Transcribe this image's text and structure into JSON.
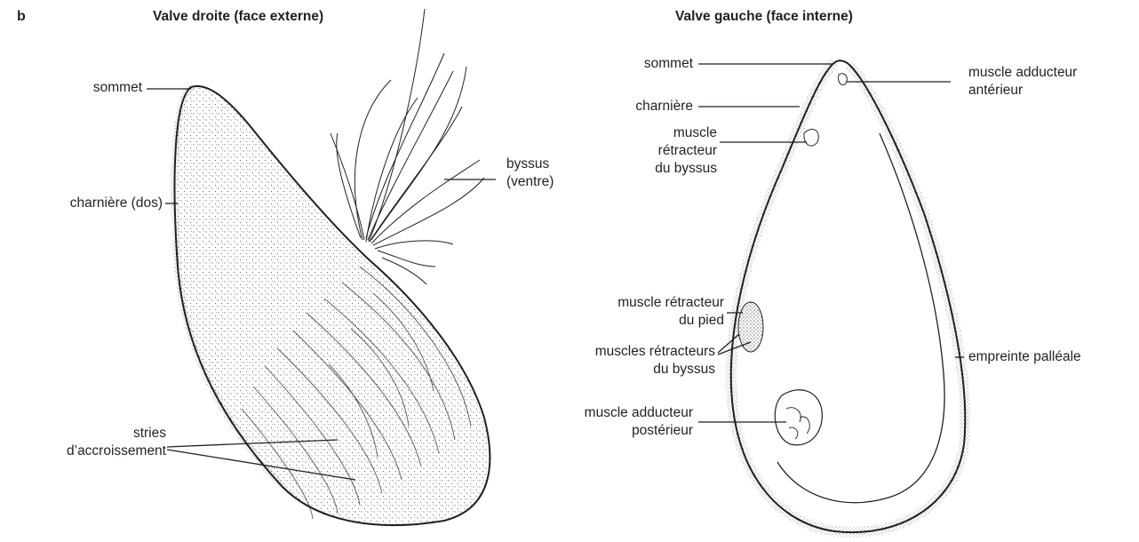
{
  "panel_letter": "b",
  "left": {
    "title": "Valve droite (face externe)",
    "labels": {
      "sommet": "sommet",
      "charniere": "charnière (dos)",
      "byssus_1": "byssus",
      "byssus_2": "(ventre)",
      "stries_1": "stries",
      "stries_2": "d’accroissement"
    }
  },
  "right": {
    "title": "Valve gauche (face interne)",
    "labels": {
      "sommet": "sommet",
      "charniere": "charnière",
      "mrb_1": "muscle",
      "mrb_2": "rétracteur",
      "mrb_3": "du byssus",
      "add_ant_1": "muscle adducteur",
      "add_ant_2": "antérieur",
      "mrp_1": "muscle rétracteur",
      "mrp_2": "du pied",
      "mrbs_1": "muscles rétracteurs",
      "mrbs_2": "du byssus",
      "add_post_1": "muscle adducteur",
      "add_post_2": "postérieur",
      "palleale": "empreinte palléale"
    }
  },
  "colors": {
    "ink": "#231f20",
    "background": "#ffffff"
  }
}
